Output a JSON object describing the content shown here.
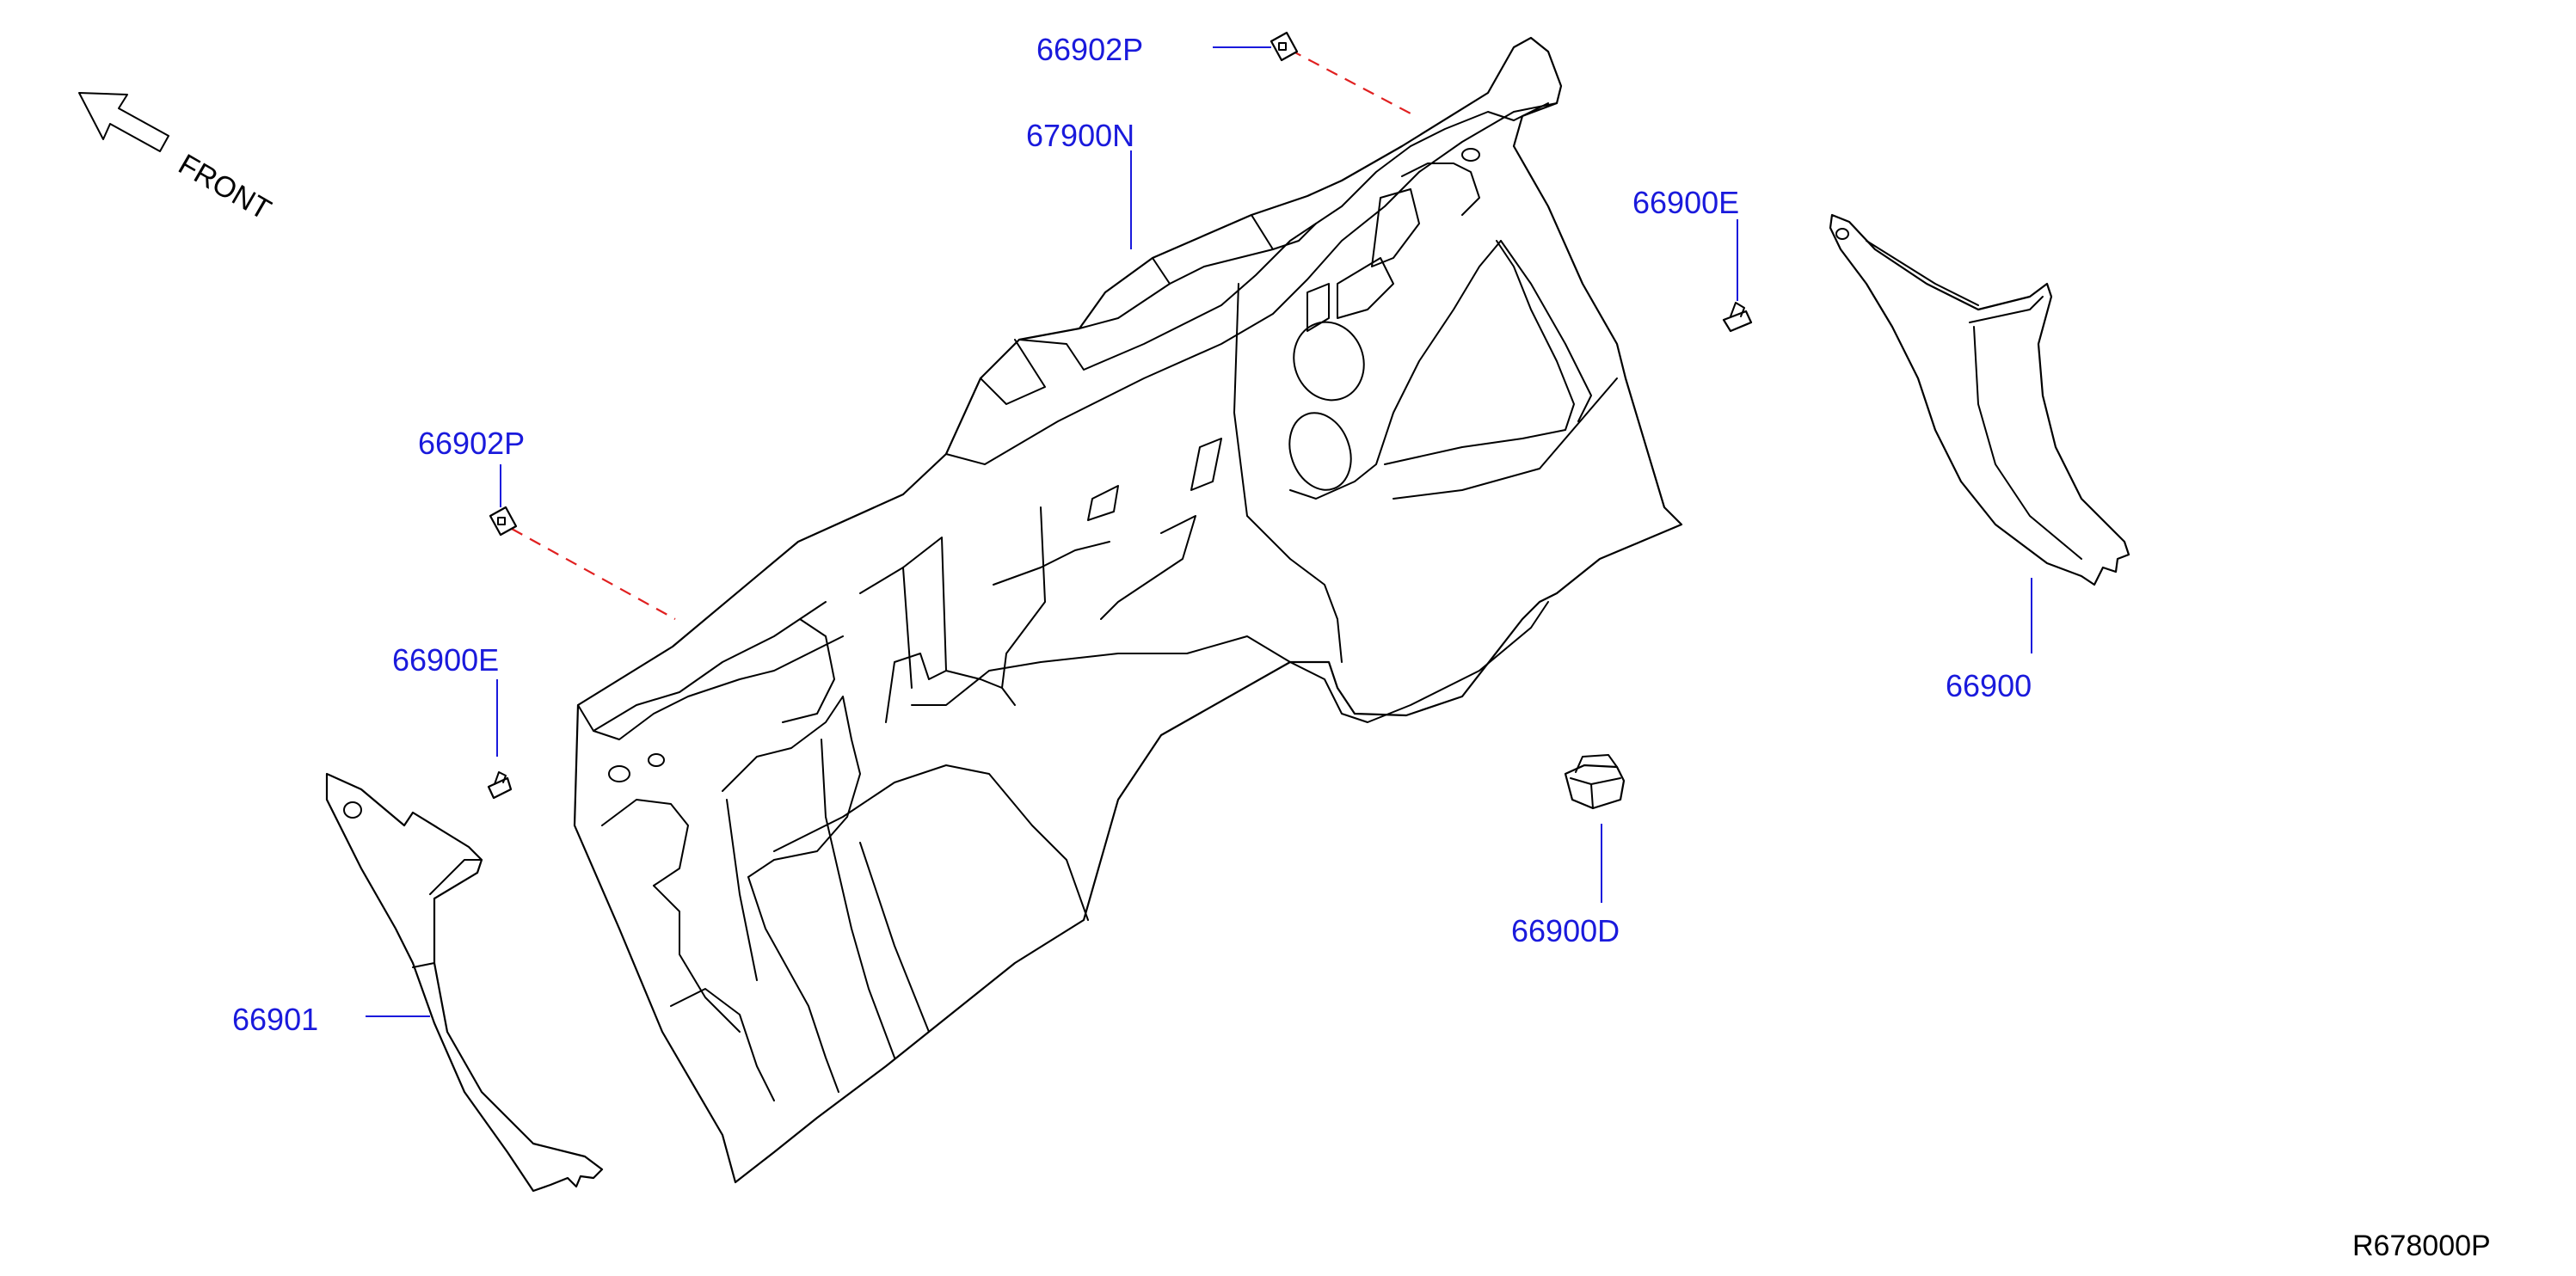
{
  "orientation": {
    "text": "FRONT"
  },
  "parts": {
    "p66902P_top": "66902P",
    "p67900N": "67900N",
    "p66900E_right": "66900E",
    "p66902P_left": "66902P",
    "p66900E_left": "66900E",
    "p66901": "66901",
    "p66900": "66900",
    "p66900D": "66900D"
  },
  "reference": "R678000P",
  "colors": {
    "label": "#1a1adc",
    "linework": "#000000",
    "dash": "#e02020",
    "background": "#ffffff"
  }
}
